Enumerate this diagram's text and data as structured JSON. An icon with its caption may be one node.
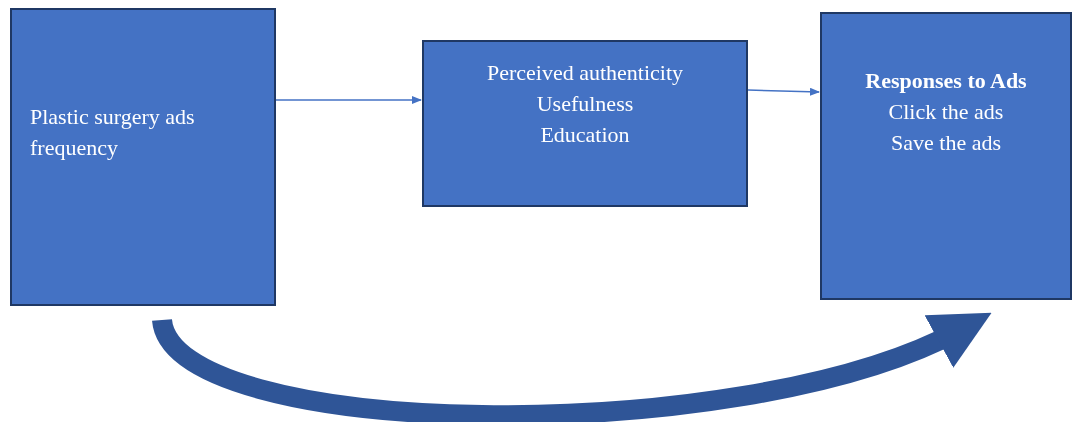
{
  "diagram": {
    "nodes": [
      {
        "text": [
          "Plastic surgery ads frequency"
        ]
      },
      {
        "text": [
          "Perceived authenticity",
          "Usefulness",
          "Education"
        ]
      },
      {
        "text": [
          "Responses to Ads",
          "Click the ads",
          "Save the ads"
        ]
      }
    ],
    "edges": [
      {
        "from": 0,
        "to": 1,
        "arrow": "to"
      },
      {
        "from": 1,
        "to": 2,
        "arrow": "to"
      },
      {
        "from": 0,
        "to": 2,
        "arrow": "to",
        "style": "thick",
        "color": "#2f5597"
      }
    ]
  }
}
